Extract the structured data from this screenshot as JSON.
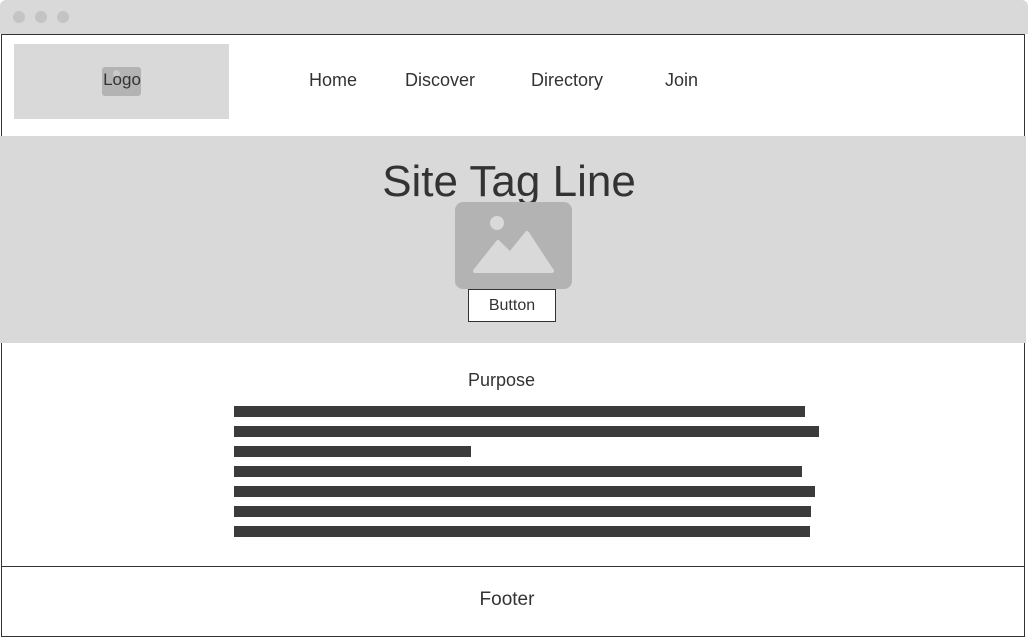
{
  "window": {
    "controls": [
      "close",
      "minimize",
      "maximize"
    ]
  },
  "header": {
    "logo_label": "Logo",
    "logo_icon": "image-placeholder-icon",
    "nav": [
      {
        "label": "Home"
      },
      {
        "label": "Discover"
      },
      {
        "label": "Directory"
      },
      {
        "label": "Join"
      }
    ]
  },
  "hero": {
    "tagline": "Site Tag Line",
    "image_icon": "image-placeholder-icon",
    "button_label": "Button"
  },
  "purpose": {
    "title": "Purpose",
    "placeholder_line_count": 7
  },
  "footer": {
    "label": "Footer"
  },
  "colors": {
    "titlebar": "#d9d9d9",
    "placeholder_fill": "#d9d9d9",
    "image_fill": "#b3b3b3",
    "text": "#333333",
    "text_line": "#3b3b3b"
  }
}
